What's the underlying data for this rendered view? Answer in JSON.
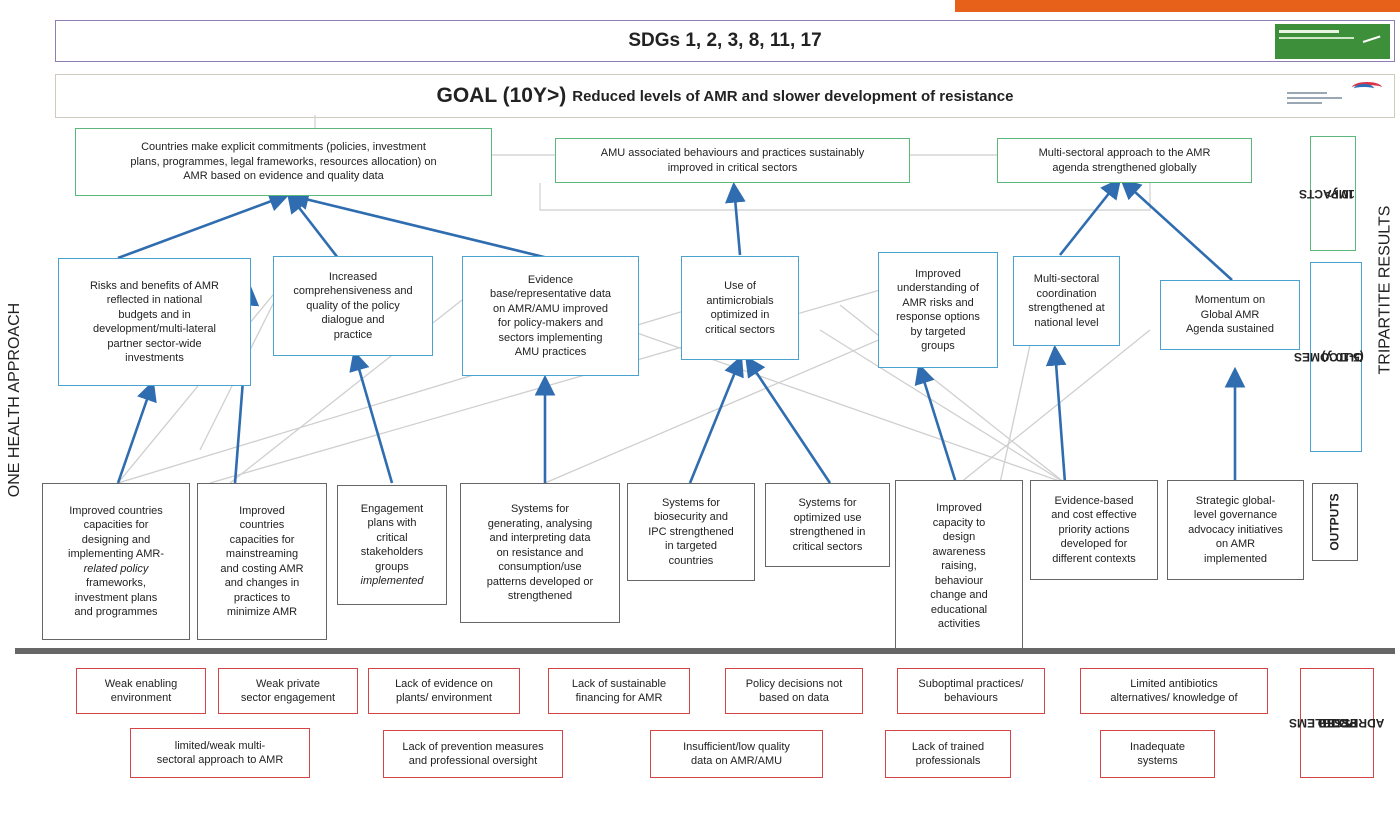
{
  "header": {
    "sdgs": "SDGs 1, 2, 3, 8, 11, 17",
    "goal_label": "GOAL (10Y>)",
    "goal_text": "Reduced levels of AMR and slower development of resistance"
  },
  "side_labels": {
    "left": "ONE HEALTH APPROACH",
    "right": "TRIPARTITE RESULTS",
    "impacts": [
      "IMPACTS",
      "10 y>"
    ],
    "outcomes": [
      "OUTCOMES",
      "(5-10 y)"
    ],
    "outputs": "OUTPUTS",
    "problems": [
      "PROBLEMS",
      "TO BE",
      "ADRESSED"
    ]
  },
  "impacts": [
    [
      "Countries make explicit commitments (policies, investment",
      "plans, programmes, legal frameworks, resources allocation) on",
      "AMR based on evidence and quality data"
    ],
    [
      "AMU associated  behaviours and practices sustainably",
      "improved in critical sectors"
    ],
    [
      "Multi-sectoral approach to the AMR",
      "agenda strengthened globally"
    ]
  ],
  "outcomes": [
    [
      "Risks and benefits of AMR",
      "reflected in national",
      "budgets and in",
      "development/multi-lateral",
      "partner sector-wide",
      "investments"
    ],
    [
      "Increased",
      "comprehensiveness and",
      "quality of the policy",
      "dialogue and",
      "practice"
    ],
    [
      "Evidence",
      "base/representative data",
      "on AMR/AMU improved",
      "for policy-makers and",
      "sectors implementing",
      "AMU practices"
    ],
    [
      "Use of",
      "antimicrobials",
      "optimized in",
      "critical sectors"
    ],
    [
      "Improved",
      "understanding of",
      "AMR risks and",
      "response options",
      "by targeted",
      "groups"
    ],
    [
      "Multi-sectoral",
      "coordination",
      "strengthened at",
      "national level"
    ],
    [
      "Momentum on",
      "Global AMR",
      "Agenda sustained"
    ]
  ],
  "outputs": [
    [
      "Improved countries",
      "capacities for",
      "designing and",
      "implementing AMR-",
      "related policy",
      "frameworks,",
      "investment plans",
      "and programmes"
    ],
    [
      "Improved",
      "countries",
      "capacities for",
      "mainstreaming",
      "and costing AMR",
      "and changes in",
      "practices to",
      "minimize AMR"
    ],
    [
      "Engagement",
      "plans with",
      "critical",
      "stakeholders",
      "groups",
      "implemented"
    ],
    [
      "Systems for",
      "generating, analysing",
      "and interpreting data",
      "on resistance and",
      "consumption/use",
      "patterns developed or",
      "strengthened"
    ],
    [
      "Systems for",
      "biosecurity and",
      "IPC strengthened",
      "in targeted",
      "countries"
    ],
    [
      "Systems for",
      "optimized use",
      "strengthened in",
      "critical sectors"
    ],
    [
      "Improved",
      "capacity to",
      "design",
      "awareness",
      "raising,",
      "behaviour",
      "change and",
      "educational",
      "activities"
    ],
    [
      "Evidence-based",
      "and cost effective",
      "priority actions",
      "developed for",
      "different contexts"
    ],
    [
      "Strategic global-",
      "level governance",
      "advocacy initiatives",
      "on AMR",
      "implemented"
    ]
  ],
  "problems": [
    [
      "Weak enabling",
      "environment"
    ],
    [
      "Weak private",
      "sector engagement"
    ],
    [
      "Lack of evidence on",
      "plants/ environment"
    ],
    [
      "Lack of sustainable",
      "financing for AMR"
    ],
    [
      "Policy decisions not",
      "based on data"
    ],
    [
      "Suboptimal practices/",
      "behaviours"
    ],
    [
      "Limited antibiotics",
      "alternatives/ knowledge of"
    ],
    [
      "limited/weak multi-",
      "sectoral approach to AMR"
    ],
    [
      "Lack of prevention measures",
      "and professional oversight"
    ],
    [
      "Insufficient/low quality",
      "data on AMR/AMU"
    ],
    [
      "Lack of trained",
      "professionals"
    ],
    [
      "Inadequate",
      "systems"
    ]
  ],
  "colors": {
    "impact_border": "#5cb87a",
    "outcome_border": "#4aa3cf",
    "output_border": "#666666",
    "problem_border": "#d64545",
    "arrow": "#2f6db0",
    "connector": "#c8c8c8",
    "accent_orange": "#e8611a",
    "sdg_border": "#8d7fb3"
  }
}
